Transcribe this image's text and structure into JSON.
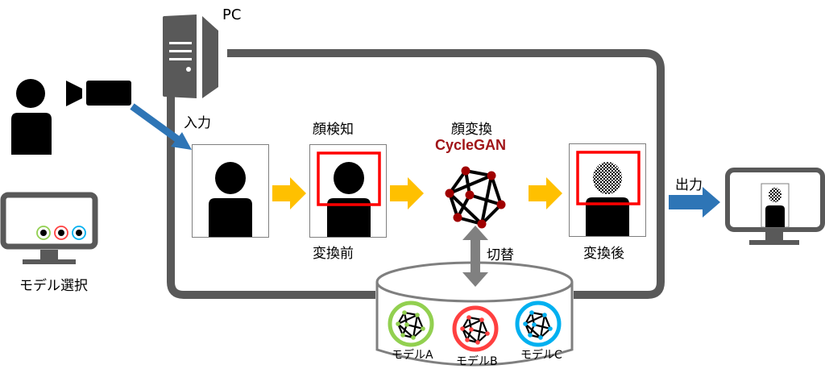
{
  "labels": {
    "pc": "PC",
    "input": "入力",
    "face_detection": "顔検知",
    "face_conversion": "顔変換",
    "model_name": "CycleGAN",
    "before": "変換前",
    "after": "変換後",
    "switch": "切替",
    "output": "出力",
    "model_select": "モデル選択"
  },
  "models": [
    {
      "name": "モデルA",
      "color": "#92d050"
    },
    {
      "name": "モデルB",
      "color": "#ff4040"
    },
    {
      "name": "モデルC",
      "color": "#00b0f0"
    }
  ],
  "colors": {
    "frame_gray": "#595959",
    "arrow_yellow": "#ffc000",
    "arrow_blue": "#2e75b6",
    "detect_red": "#ff0000",
    "gan_node": "#a00000",
    "gan_text": "#a01418",
    "db_arrow": "#808080"
  }
}
